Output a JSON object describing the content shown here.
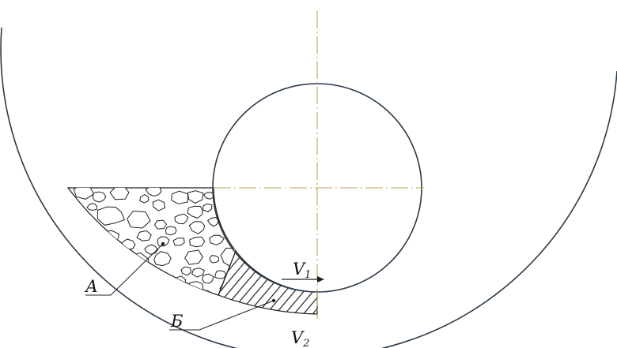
{
  "labels": {
    "zone_a": "А",
    "zone_b": "Б",
    "v1_main": "V",
    "v1_sub": "1",
    "v2_main": "V",
    "v2_sub": "2"
  },
  "colors": {
    "outline": "#2b3a4a",
    "axis": "#b8a55a",
    "ink": "#1f1f1f"
  }
}
